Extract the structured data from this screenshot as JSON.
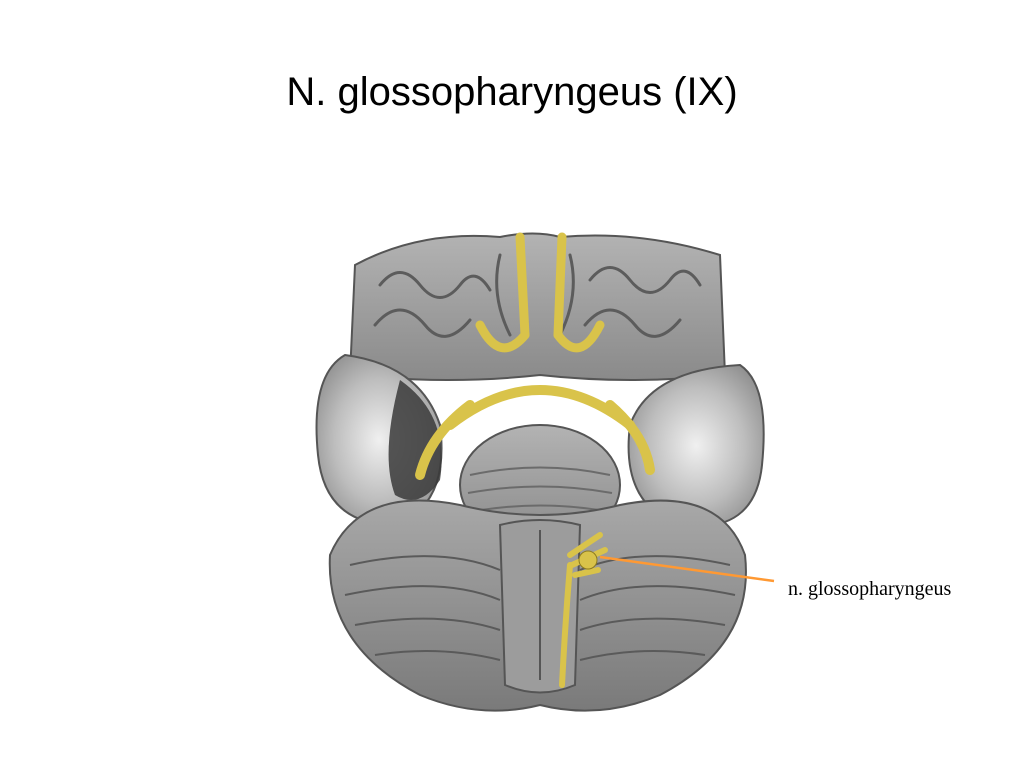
{
  "slide": {
    "title": "N. glossopharyngeus (IX)"
  },
  "annotation": {
    "label": "n. glossopharyngeus",
    "pointer_color": "#ff9933"
  },
  "figure": {
    "subject": "brain-base-illustration",
    "nerve_color": "#d9c34a",
    "tissue_color": "#9a9a9a"
  }
}
